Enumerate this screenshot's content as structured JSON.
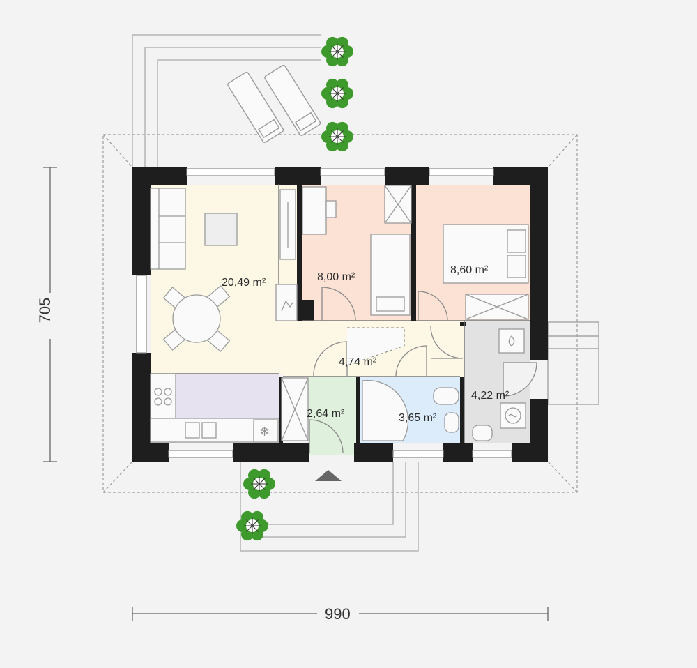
{
  "dimensions": {
    "width": "990",
    "height": "705"
  },
  "rooms": [
    {
      "id": "living",
      "area": "20,49",
      "color": "#fdf8e6"
    },
    {
      "id": "bedroom-small",
      "area": "8,00",
      "color": "#fbe2d5"
    },
    {
      "id": "bedroom-large",
      "area": "8,60",
      "color": "#fbe2d5"
    },
    {
      "id": "hall",
      "area": "4,74",
      "color": "#fdf8e6"
    },
    {
      "id": "wc",
      "area": "2,64",
      "color": "#dff0dc"
    },
    {
      "id": "bathroom",
      "area": "3,65",
      "color": "#dcecfb"
    },
    {
      "id": "utility",
      "area": "4,22",
      "color": "#e2e2e2"
    },
    {
      "id": "kitchen",
      "area": "",
      "color": "#e6e2f0"
    }
  ],
  "unit": "m²",
  "colors": {
    "wall": "#1e1e1e",
    "line": "#8a8a8a",
    "plant": "#3f9a2e"
  }
}
